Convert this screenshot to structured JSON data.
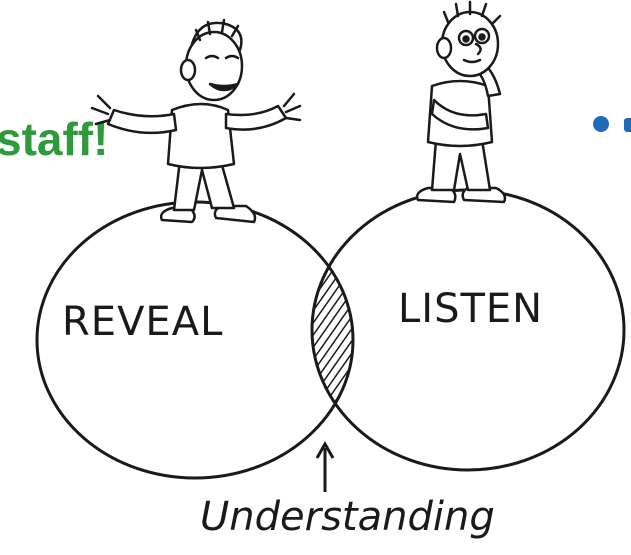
{
  "headline": "staff!",
  "venn": {
    "left_label": "REVEAL",
    "right_label": "LISTEN",
    "overlap_label": "Understanding"
  },
  "colors": {
    "headline": "#2f9a3c",
    "bullet": "#1f6bb8",
    "ink": "#1a1a1a"
  }
}
